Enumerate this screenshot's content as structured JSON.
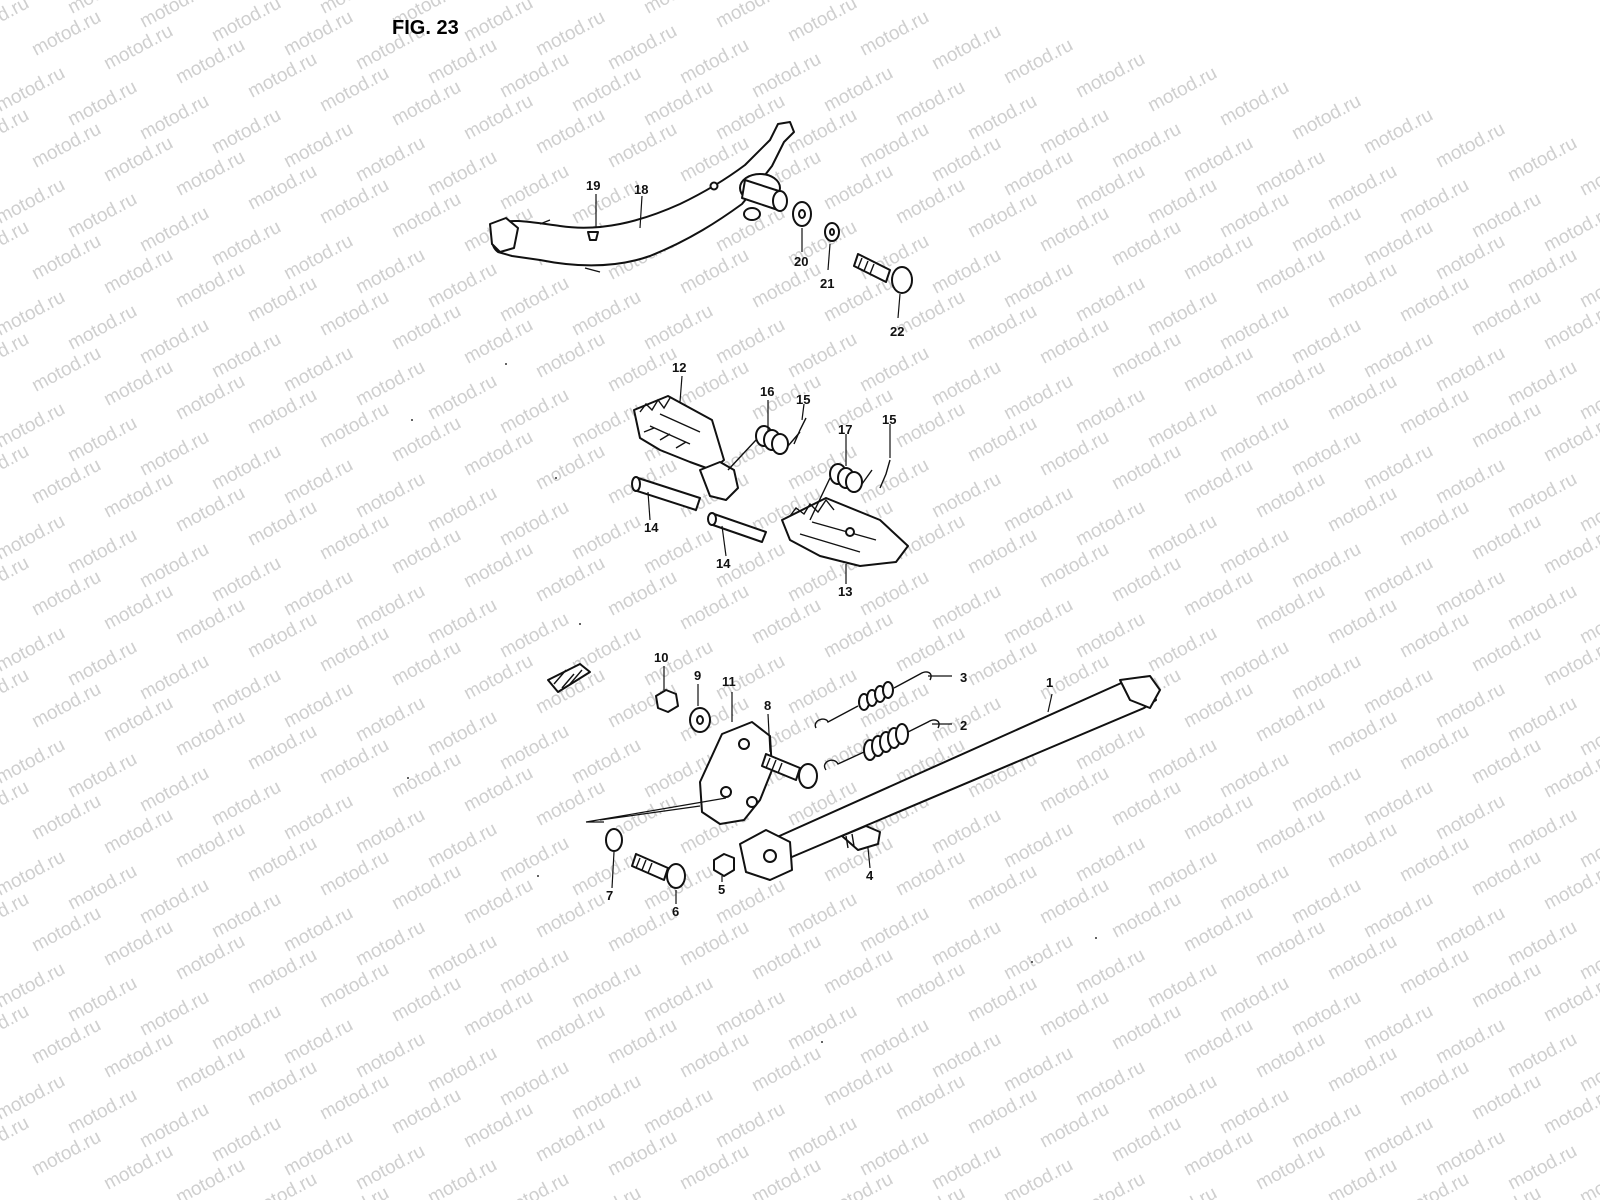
{
  "figure": {
    "title": "FIG. 23",
    "watermark": "motod.ru"
  },
  "labels": [
    "1",
    "2",
    "3",
    "4",
    "5",
    "6",
    "7",
    "8",
    "9",
    "10",
    "11",
    "12",
    "13",
    "14",
    "14",
    "15",
    "15",
    "16",
    "17",
    "18",
    "19",
    "20",
    "21",
    "22"
  ],
  "colors": {
    "line": "#111111",
    "watermark": "#cfcfcf",
    "background": "#ffffff"
  }
}
